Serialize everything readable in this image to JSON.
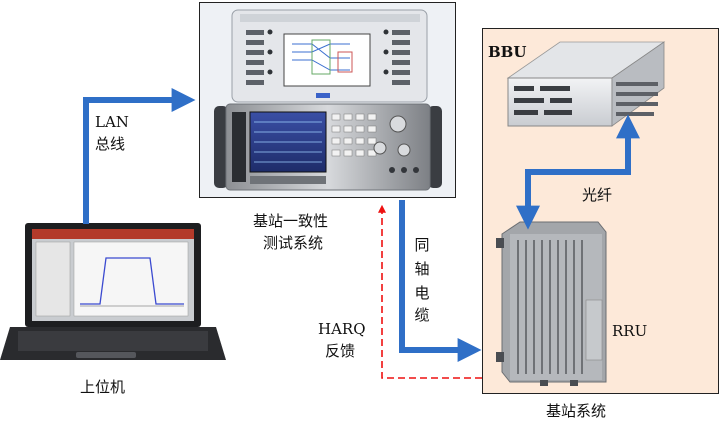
{
  "labels": {
    "lan": "LAN",
    "bus": "总线",
    "tester_line1": "基站一致性",
    "tester_line2": "测试系统",
    "coax": [
      "同",
      "轴",
      "电",
      "缆"
    ],
    "harq": "HARQ",
    "feedback": "反馈",
    "host": "上位机",
    "bbu": "BBU",
    "fiber": "光纤",
    "rru": "RRU",
    "base_station_system": "基站系统"
  },
  "colors": {
    "arrow_blue": "#2f6fc7",
    "feedback_red": "#ee1111",
    "base_station_fill": "#fde9d9"
  }
}
